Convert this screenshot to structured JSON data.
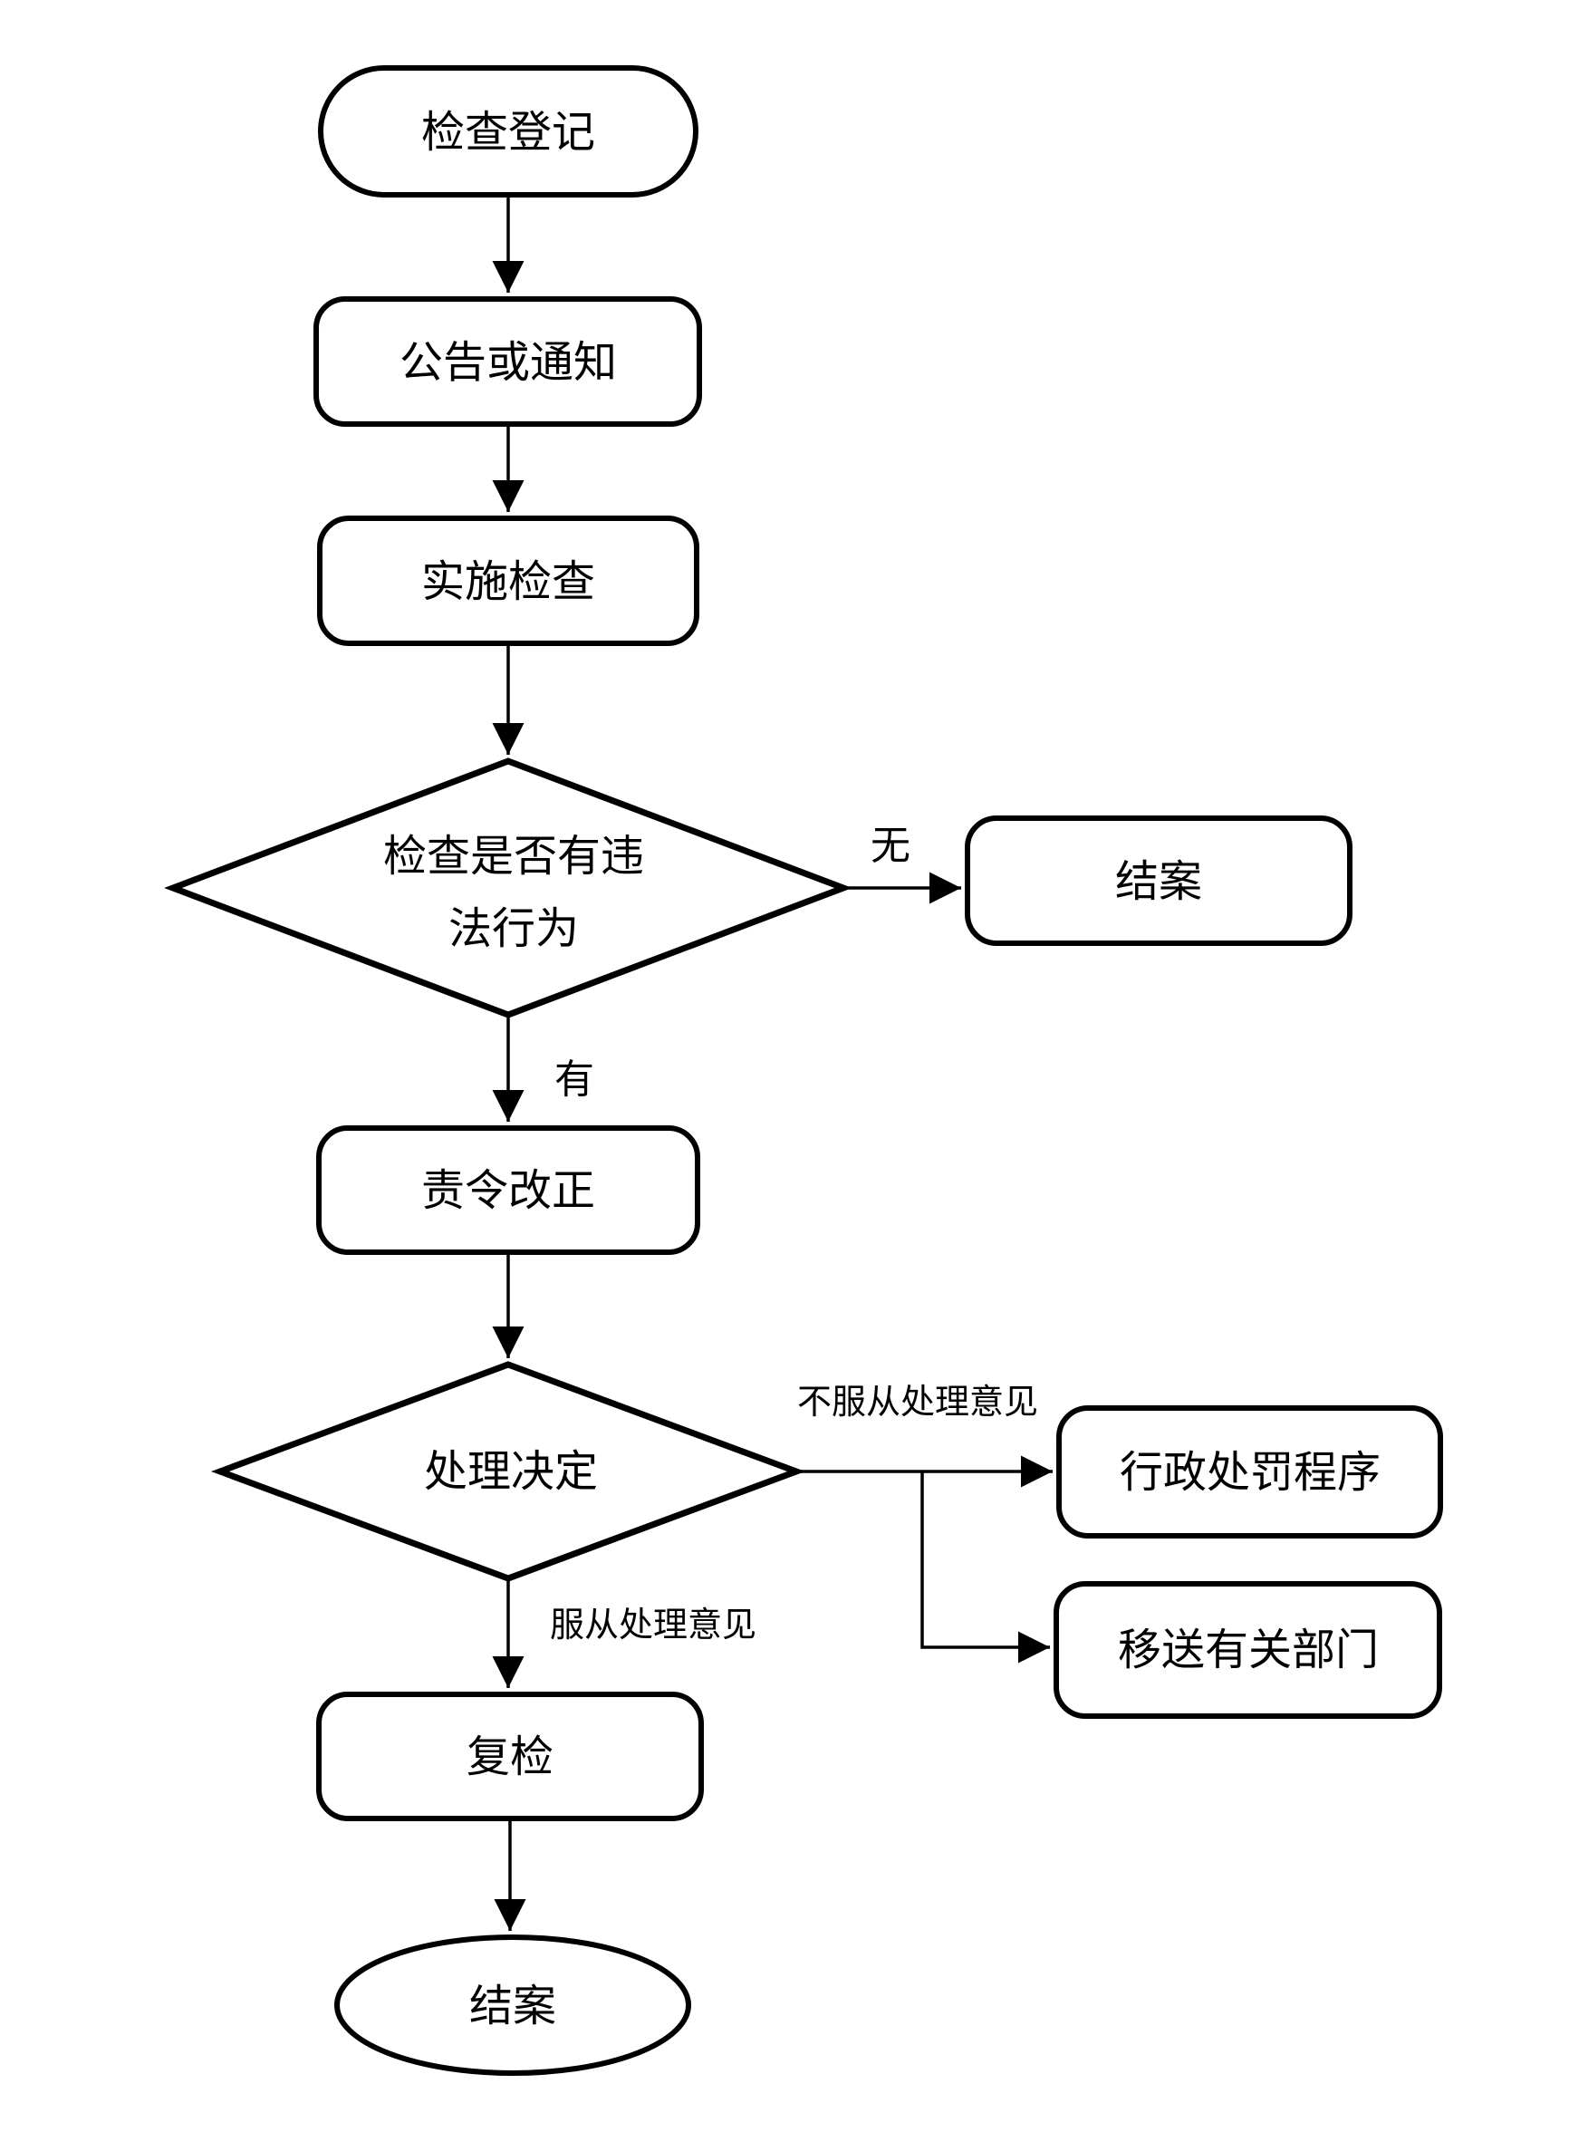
{
  "diagram": {
    "background": "#ffffff",
    "stroke_color": "#000000",
    "nodes": {
      "start": {
        "label": "检查登记",
        "shape": "stadium"
      },
      "notice": {
        "label": "公告或通知",
        "shape": "rounded-rect"
      },
      "implement": {
        "label": "实施检查",
        "shape": "rounded-rect"
      },
      "decision_violation": {
        "label_line1": "检查是否有违",
        "label_line2": "法行为",
        "shape": "diamond"
      },
      "close_case": {
        "label": "结案",
        "shape": "rounded-rect"
      },
      "order_correction": {
        "label": "责令改正",
        "shape": "rounded-rect"
      },
      "decision_handling": {
        "label": "处理决定",
        "shape": "diamond"
      },
      "admin_penalty": {
        "label": "行政处罚程序",
        "shape": "rounded-rect"
      },
      "transfer": {
        "label": "移送有关部门",
        "shape": "rounded-rect"
      },
      "recheck": {
        "label": "复检",
        "shape": "rounded-rect"
      },
      "end": {
        "label": "结案",
        "shape": "ellipse"
      }
    },
    "edge_labels": {
      "no_violation": "无",
      "has_violation": "有",
      "disobey": "不服从处理意见",
      "obey": "服从处理意见"
    }
  }
}
